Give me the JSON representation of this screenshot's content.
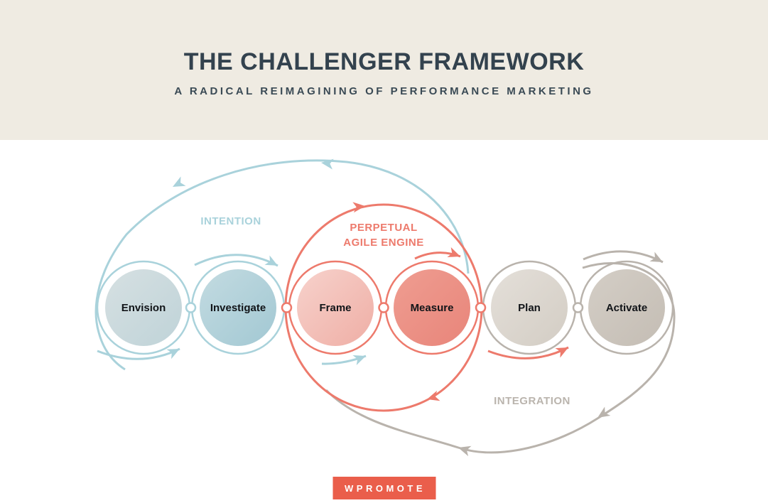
{
  "palette": {
    "cream_band": "#EFEBE2",
    "title_navy": "#33424E",
    "intention_blue": "#A9D2DB",
    "engine_coral": "#ED7A6C",
    "integration_gray": "#B9B3AC",
    "logo_red": "#EA5E4B",
    "node_text": "#111418"
  },
  "header": {
    "title": "THE CHALLENGER FRAMEWORK",
    "subtitle": "A RADICAL REIMAGINING OF PERFORMANCE MARKETING"
  },
  "diagram": {
    "phase_labels": {
      "intention": "INTENTION",
      "engine_line1": "PERPETUAL",
      "engine_line2": "AGILE ENGINE",
      "integration": "INTEGRATION"
    },
    "nodes": [
      {
        "label": "Envision",
        "phase": "intention",
        "color": "#A9D2DB"
      },
      {
        "label": "Investigate",
        "phase": "intention",
        "color": "#A9D2DB"
      },
      {
        "label": "Frame",
        "phase": "perpetual-agile-engine",
        "color": "#ED7A6C"
      },
      {
        "label": "Measure",
        "phase": "perpetual-agile-engine",
        "color": "#ED7A6C"
      },
      {
        "label": "Plan",
        "phase": "integration",
        "color": "#B9B3AC"
      },
      {
        "label": "Activate",
        "phase": "integration",
        "color": "#B9B3AC"
      }
    ]
  },
  "footer": {
    "logo_text": "WPROMOTE"
  }
}
